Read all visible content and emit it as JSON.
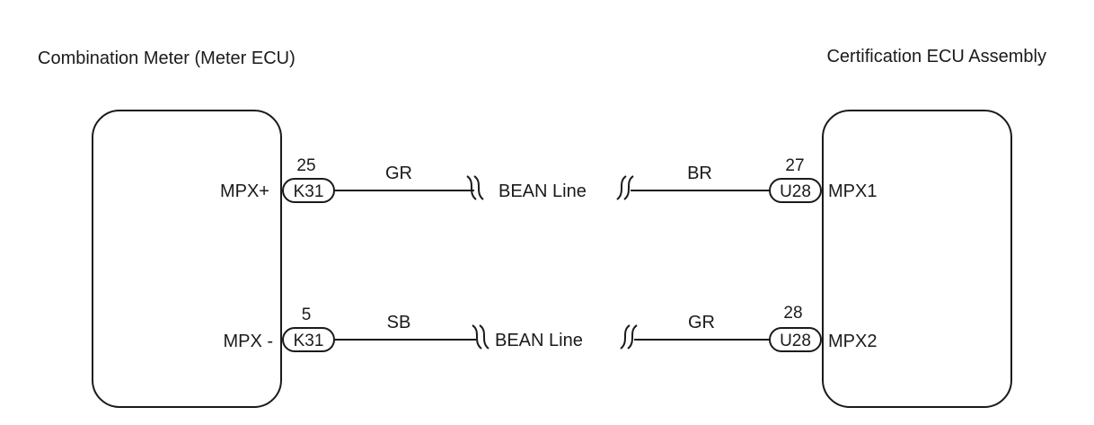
{
  "left_unit": {
    "title": "Combination Meter (Meter ECU)",
    "terminals": [
      {
        "name": "MPX+",
        "connector": "K31",
        "pin": "25"
      },
      {
        "name": "MPX -",
        "connector": "K31",
        "pin": "5"
      }
    ]
  },
  "right_unit": {
    "title": "Certification ECU Assembly",
    "terminals": [
      {
        "name": "MPX1",
        "connector": "U28",
        "pin": "27"
      },
      {
        "name": "MPX2",
        "connector": "U28",
        "pin": "28"
      }
    ]
  },
  "wires": [
    {
      "left_color": "GR",
      "right_color": "BR",
      "line_label": "BEAN Line"
    },
    {
      "left_color": "SB",
      "right_color": "GR",
      "line_label": "BEAN Line"
    }
  ],
  "colors": {
    "stroke": "#1a1a1a",
    "background": "#ffffff"
  }
}
